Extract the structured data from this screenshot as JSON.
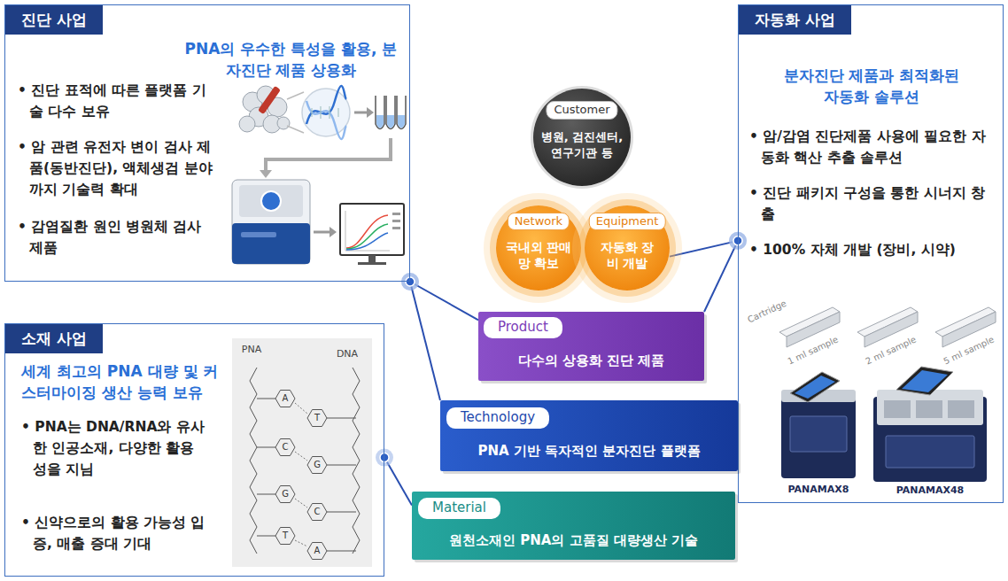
{
  "diagram": {
    "nodes": [
      {
        "text": [
          "진단 사업",
          "PNA의 우수한 특성을 활용, 분자진단 제품 상용화",
          "• 진단 표적에 따른 플랫폼 기술 다수 보유",
          "• 암 관련 유전자 변이 검사 제품(동반진단), 액체생검 분야까지 기술력 확대",
          "• 감염질환 원인 병원체 검사 제품"
        ]
      },
      {
        "text": [
          "Customer",
          "병원, 검진센터, 연구기관 등"
        ]
      },
      {
        "text": [
          "자동화 사업",
          "분자진단 제품과 최적화된 자동화 솔루션",
          "• 암/감염 진단제품 사용에 필요한 자동화 핵산 추출 솔루션",
          "• 진단 패키지 구성을 통한 시너지 창출",
          "• 100% 자체 개발 (장비, 시약)"
        ]
      },
      {
        "text": [
          "Network",
          "국내외 판매망 확보"
        ]
      },
      {
        "text": [
          "Equipment",
          "자동화 장비 개발"
        ]
      },
      {
        "text": [
          "Product",
          "다수의 상용화 진단 제품"
        ]
      },
      {
        "text": [
          "소재 사업",
          "세계 최고의 PNA 대량 및 커스터마이징 생산 능력 보유",
          "• PNA는 DNA/RNA와 유사한 인공소재, 다양한 활용성을 지님",
          "• 신약으로의 활용 가능성 입증, 매출 증대 기대"
        ]
      },
      {
        "text": [
          "Technology",
          "PNA 기반 독자적인 분자진단 플랫폼"
        ]
      },
      {
        "text": [
          "Material",
          "원천소재인 PNA의 고품질 대량생산 기술"
        ]
      }
    ],
    "edges": [
      {
        "from": 0,
        "to": 5,
        "arrow": "none"
      },
      {
        "from": 0,
        "to": 7,
        "arrow": "none"
      },
      {
        "from": 2,
        "to": 4,
        "arrow": "none"
      },
      {
        "from": 2,
        "to": 5,
        "arrow": "none"
      },
      {
        "from": 6,
        "to": 8,
        "arrow": "none"
      }
    ],
    "labels": [
      "Cartridge",
      "1 ml sample",
      "2 ml sample",
      "5 ml sample",
      "PANAMAX8",
      "PANAMAX48",
      "PNA",
      "DNA",
      "A",
      "T",
      "C",
      "G",
      "G",
      "C",
      "T",
      "A"
    ]
  }
}
